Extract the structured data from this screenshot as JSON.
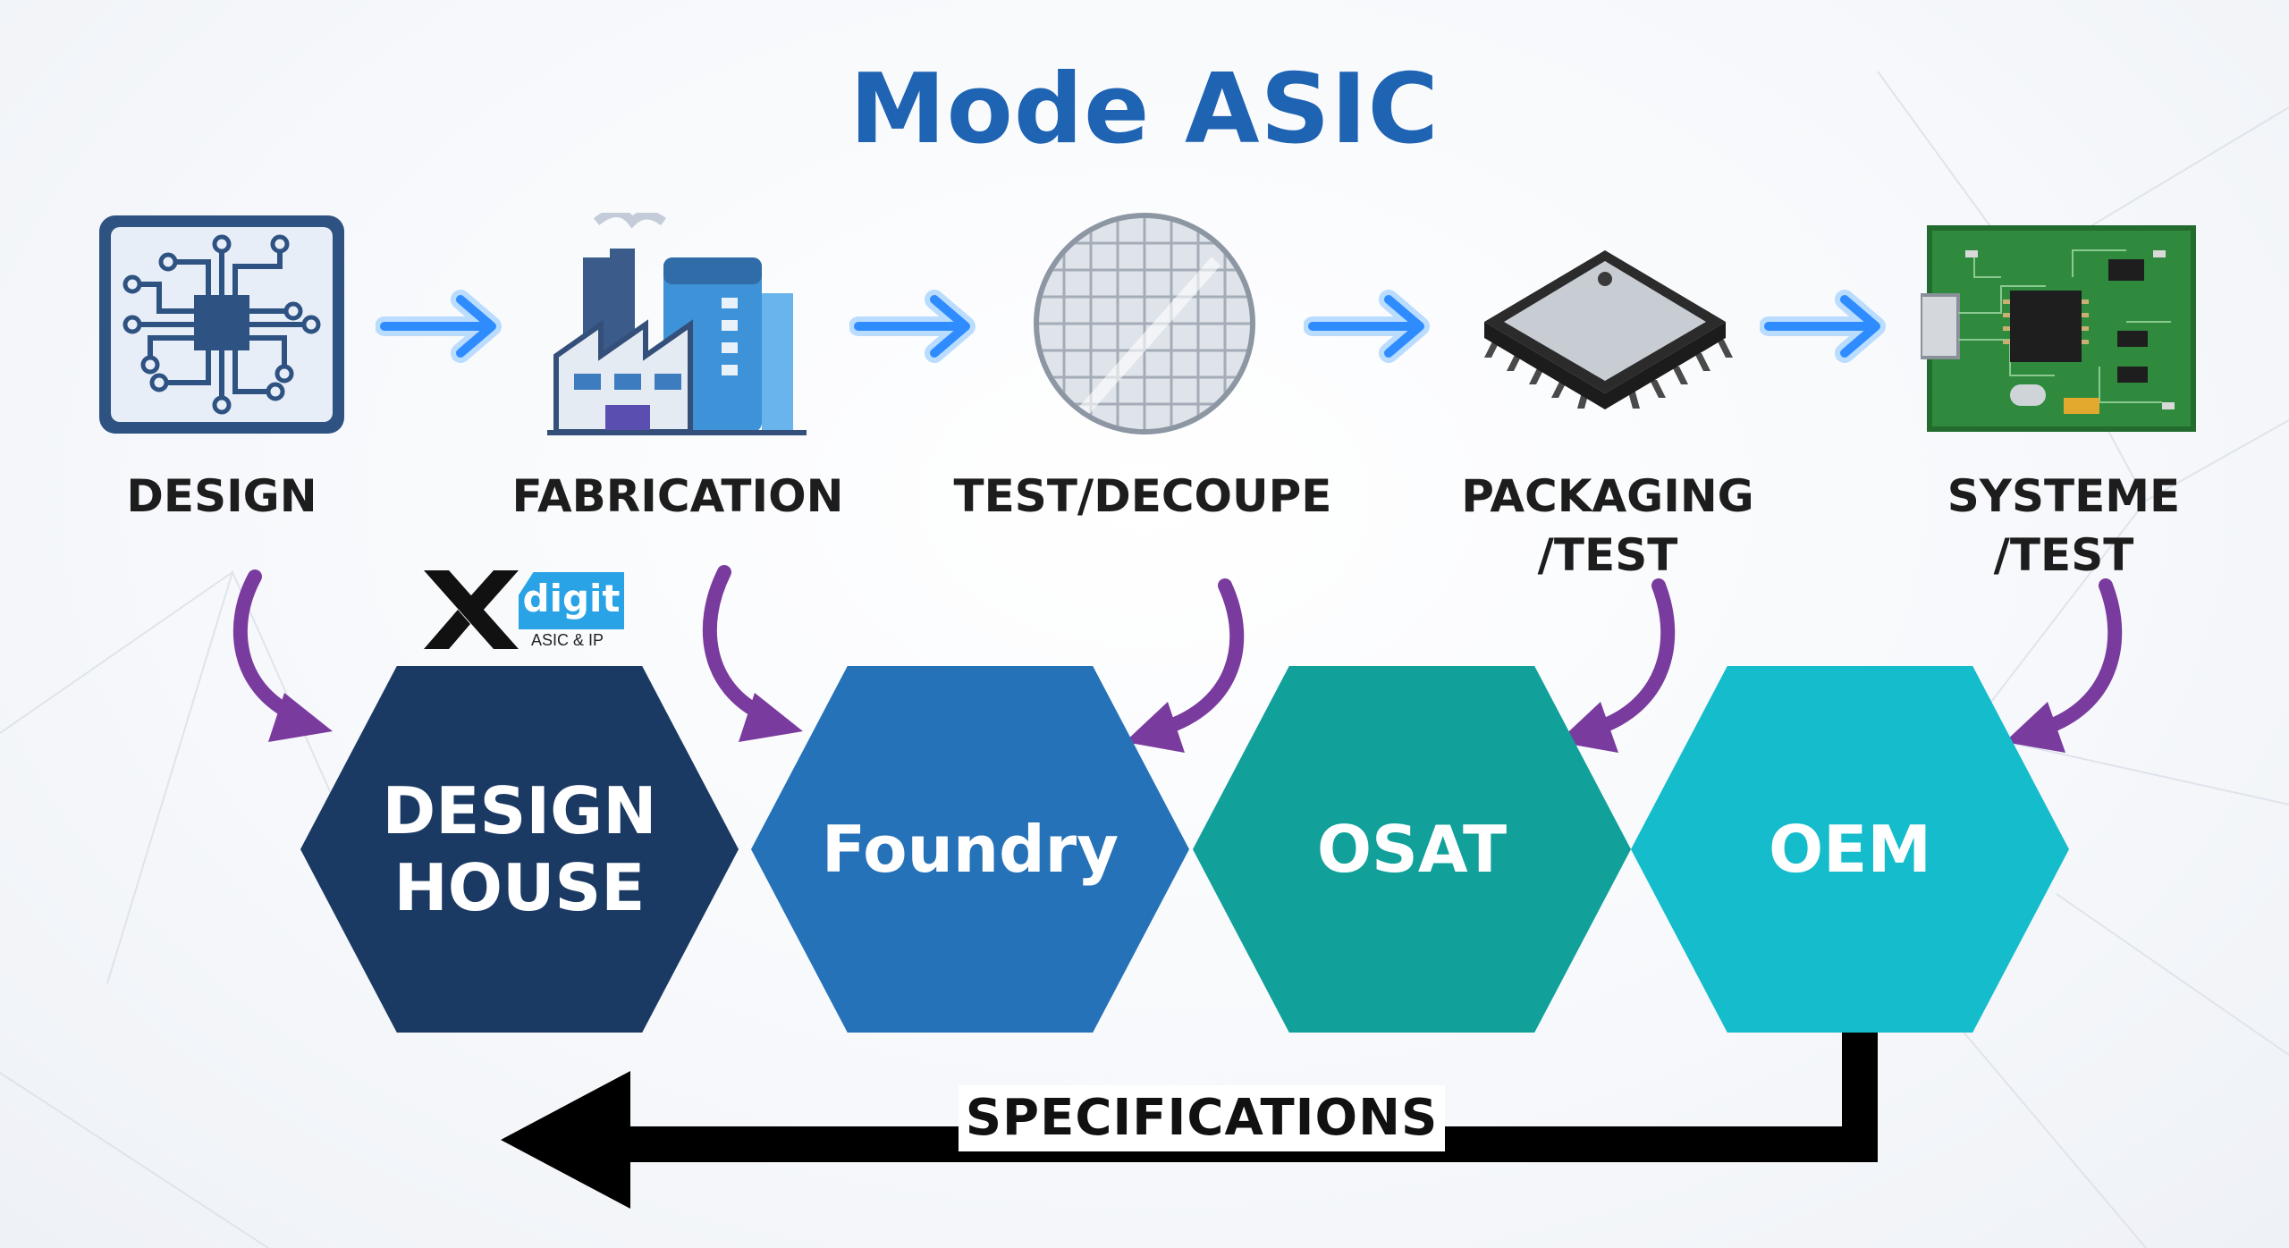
{
  "title": "Mode ASIC",
  "stages": [
    {
      "label": "DESIGN",
      "icon": "circuit-board-icon"
    },
    {
      "label": "FABRICATION",
      "icon": "factory-icon"
    },
    {
      "label": "TEST/DECOUPE",
      "icon": "wafer-icon"
    },
    {
      "label": "PACKAGING\n/TEST",
      "icon": "chip-package-icon"
    },
    {
      "label": "SYSTEME\n/TEST",
      "icon": "pcb-board-icon"
    }
  ],
  "actors": [
    {
      "label": "DESIGN\nHOUSE",
      "color": "#1b3a63"
    },
    {
      "label": "Foundry",
      "color": "#2572b8"
    },
    {
      "label": "OSAT",
      "color": "#11a09a"
    },
    {
      "label": "OEM",
      "color": "#14bccc"
    }
  ],
  "logo": {
    "mark": "X",
    "name": "digit",
    "tagline": "ASIC & IP"
  },
  "feedback": {
    "label": "SPECIFICATIONS"
  },
  "colors": {
    "title": "#1f63b3",
    "flow_arrow": "#2f8cff",
    "curved_arrow": "#7a3b9e"
  }
}
